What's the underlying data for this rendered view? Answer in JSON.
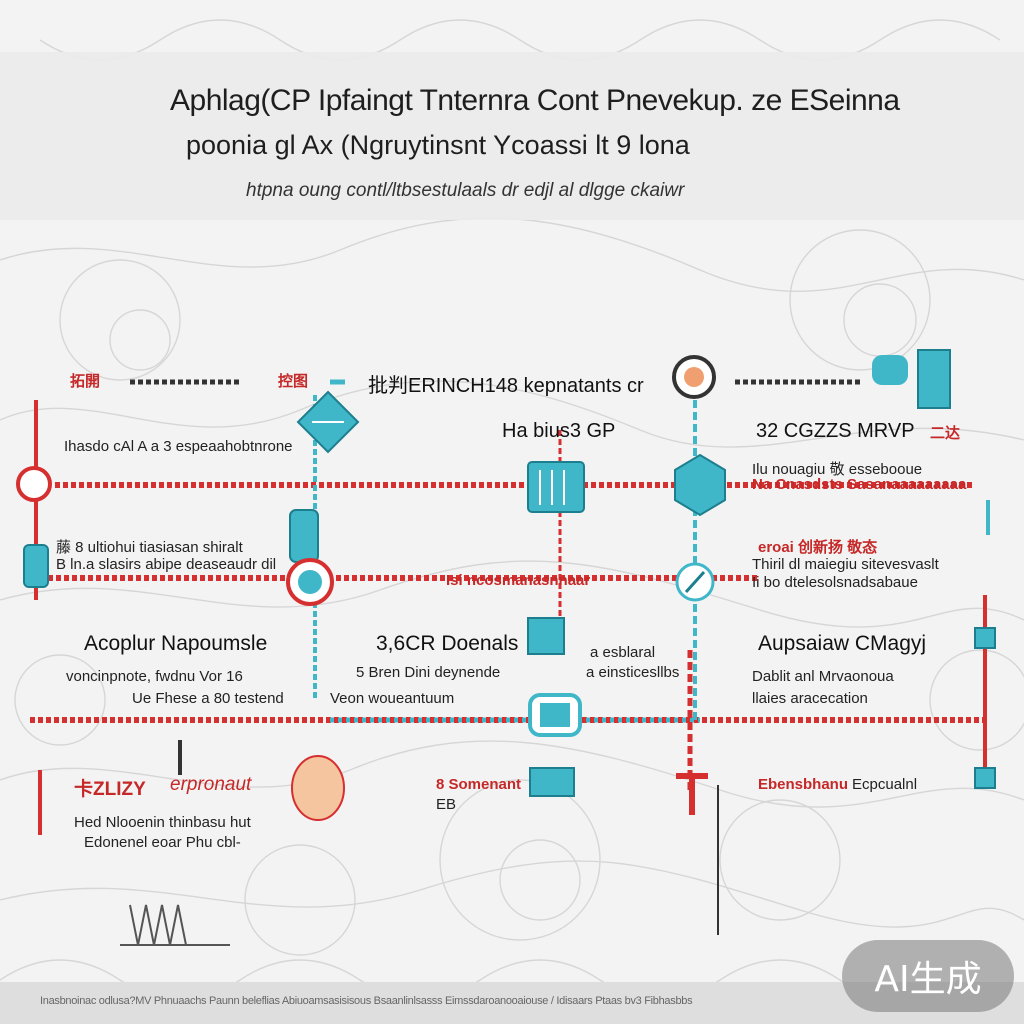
{
  "header": {
    "title_line1": "Aphlag(CP Ipfaingt Tnternra Cont Pnevekup. ze ESeinna",
    "title_line2": "poonia   gl Ax (Ngruytinsnt  Ycoassi lt 9 lona",
    "subtitle": "htpna oung contl/ltbsestulaals dr edjl al dlgge ckaiwr"
  },
  "labels": {
    "top_left_red": "拓開",
    "top_mid_red": "控图",
    "top_center": "批判ERINCH148 kepnatants cr",
    "node_b": "Ha bius3 GP",
    "right_top": "32 CGZZS MRVP",
    "right_top_red": "二达",
    "left_row1": "Ihasdo cAl A a 3 espeaahobtnrone",
    "right_row1a": "Ilu nouagiu  敬 essebooue",
    "right_row1b": "Na Cnasdsts Sasanaaaaaaaaa",
    "left_row2a": "藤 8 ultiohui  tiasiasan shiralt",
    "left_row2b": "B ln.a slasirs abipe deaseaudr dil",
    "right_row2_red": "eroai 创新扬 敬态",
    "right_row2a": "Thiril dl maiegiu sitevesvaslt",
    "right_row2b": "Ii bo dtelesolsnadsabaue",
    "mid_row2": "Isi ncosmanasnnaar",
    "left_mid_big": "Acoplur Napoumsle",
    "left_mid_a": "voncinpnote, fwdnu Vor 16",
    "left_mid_b": "Ue Fhese a 80 testend",
    "center_mid_big": "3,6CR Doenals",
    "center_mid_a": "5 Bren Dini deynende",
    "center_mid_b": "Veon woueantuum",
    "center_mid_c": "a esblaral",
    "center_mid_d": "a einsticesllbs",
    "right_mid_big": "Aupsaiaw CMagyj",
    "right_mid_a": "Dablit anl Mrvaonoua",
    "right_mid_b": "llaies aracecation",
    "bottom_left_red": "卡ZLIZY",
    "bottom_left_italic": "erpronaut",
    "bottom_left_a": "Hed Nlooenin thinbasu hut",
    "bottom_left_b": "Edonenel eoar Phu cbl-",
    "bottom_center_red": "8 Somenant",
    "bottom_center_b": "EB",
    "bottom_right_red": "Ebensbhanu",
    "bottom_right_text": "Ecpcualnl"
  },
  "footer": {
    "text": "Inasbnoinac odlusa?MV Phnuaachs Paunn beleflias Abiuoamsasisisous Bsaanlinlsasss Eimssdaroanooaiouse / Idisaars Ptaas bv3 Fibhasbbs"
  },
  "watermark": "AI生成",
  "colors": {
    "accent_teal": "#3fb7c9",
    "accent_red": "#d62f2f",
    "dark": "#333333"
  }
}
